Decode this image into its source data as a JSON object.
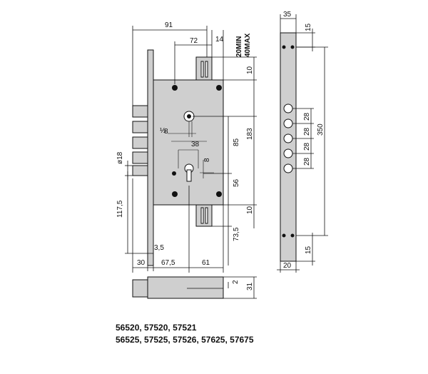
{
  "front_view": {
    "top_dims": {
      "overall_width": "91",
      "cylinder_offset": "72",
      "lever": "14",
      "throw": "20MIN\n40MAX"
    },
    "right_dims": {
      "top_gap": "10",
      "span_183": "183",
      "span_85": "85",
      "span_56": "56",
      "bottom_gap": "10",
      "span_73_5": "73,5"
    },
    "left_dims": {
      "bolt_dia": "ø18",
      "span_117_5": "117,5"
    },
    "inner_dims": {
      "spindle": "8",
      "offset_38": "38",
      "handle_size": "8",
      "x_8": "8"
    },
    "bottom_dims": {
      "d_3_5": "3,5",
      "d_30": "30",
      "d_67_5": "67,5",
      "d_61": "61"
    }
  },
  "side_view": {
    "top_dims": {
      "width": "35",
      "top": "15"
    },
    "bolt_spacing": [
      "28",
      "28",
      "28",
      "28"
    ],
    "overall_height": "350",
    "bottom_dims": {
      "bottom": "15",
      "width": "20"
    }
  },
  "bottom_view": {
    "dims": {
      "thickness": "2",
      "depth": "31"
    }
  },
  "models": {
    "line1": "56520, 57520, 57521",
    "line2": "56525, 57525, 57526, 57625, 57675"
  }
}
